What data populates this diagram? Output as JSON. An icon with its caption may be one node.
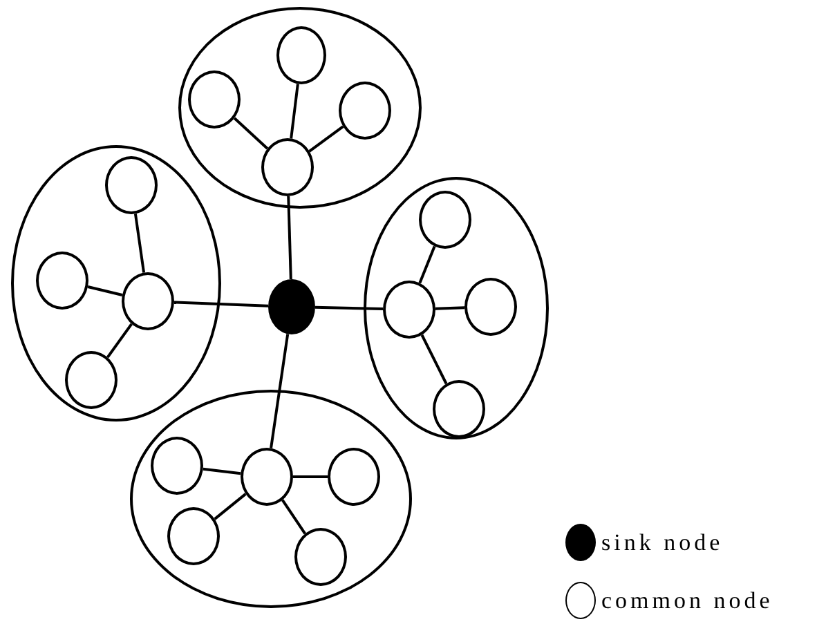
{
  "diagram": {
    "nodes": [
      {
        "text": [],
        "shape": "ellipse"
      },
      {
        "text": [],
        "shape": "circle",
        "in": 0
      },
      {
        "text": [],
        "shape": "circle",
        "in": 0
      },
      {
        "text": [],
        "shape": "circle",
        "in": 0
      },
      {
        "text": [],
        "shape": "circle",
        "in": 0
      },
      {
        "text": [],
        "shape": "ellipse"
      },
      {
        "text": [],
        "shape": "circle",
        "in": 5
      },
      {
        "text": [],
        "shape": "circle",
        "in": 5
      },
      {
        "text": [],
        "shape": "circle",
        "in": 5
      },
      {
        "text": [],
        "shape": "circle",
        "in": 5
      },
      {
        "text": [],
        "shape": "circle"
      },
      {
        "text": [],
        "shape": "ellipse"
      },
      {
        "text": [],
        "shape": "circle",
        "in": 11
      },
      {
        "text": [],
        "shape": "circle",
        "in": 11
      },
      {
        "text": [],
        "shape": "circle",
        "in": 11
      },
      {
        "text": [],
        "shape": "circle",
        "in": 11
      },
      {
        "text": [],
        "shape": "ellipse"
      },
      {
        "text": [],
        "shape": "circle",
        "in": 16
      },
      {
        "text": [],
        "shape": "circle",
        "in": 16
      },
      {
        "text": [],
        "shape": "circle",
        "in": 16
      },
      {
        "text": [],
        "shape": "circle",
        "in": 16
      },
      {
        "text": [],
        "shape": "circle",
        "in": 16
      }
    ],
    "edges": [
      {
        "from": 10,
        "to": 4,
        "arrow": "none"
      },
      {
        "from": 10,
        "to": 8,
        "arrow": "none"
      },
      {
        "from": 10,
        "to": 13,
        "arrow": "none"
      },
      {
        "from": 10,
        "to": 18,
        "arrow": "none"
      },
      {
        "from": 1,
        "to": 4,
        "arrow": "none"
      },
      {
        "from": 2,
        "to": 4,
        "arrow": "none"
      },
      {
        "from": 3,
        "to": 4,
        "arrow": "none"
      },
      {
        "from": 6,
        "to": 8,
        "arrow": "none"
      },
      {
        "from": 7,
        "to": 8,
        "arrow": "none"
      },
      {
        "from": 9,
        "to": 8,
        "arrow": "none"
      },
      {
        "from": 12,
        "to": 13,
        "arrow": "none"
      },
      {
        "from": 14,
        "to": 13,
        "arrow": "none"
      },
      {
        "from": 15,
        "to": 13,
        "arrow": "none"
      },
      {
        "from": 17,
        "to": 18,
        "arrow": "none"
      },
      {
        "from": 19,
        "to": 18,
        "arrow": "none"
      },
      {
        "from": 20,
        "to": 18,
        "arrow": "none"
      },
      {
        "from": 21,
        "to": 18,
        "arrow": "none"
      }
    ],
    "legend": [
      {
        "text": "sink node",
        "color": "#000000"
      },
      {
        "text": "common node",
        "color": "#ffffff"
      }
    ]
  }
}
